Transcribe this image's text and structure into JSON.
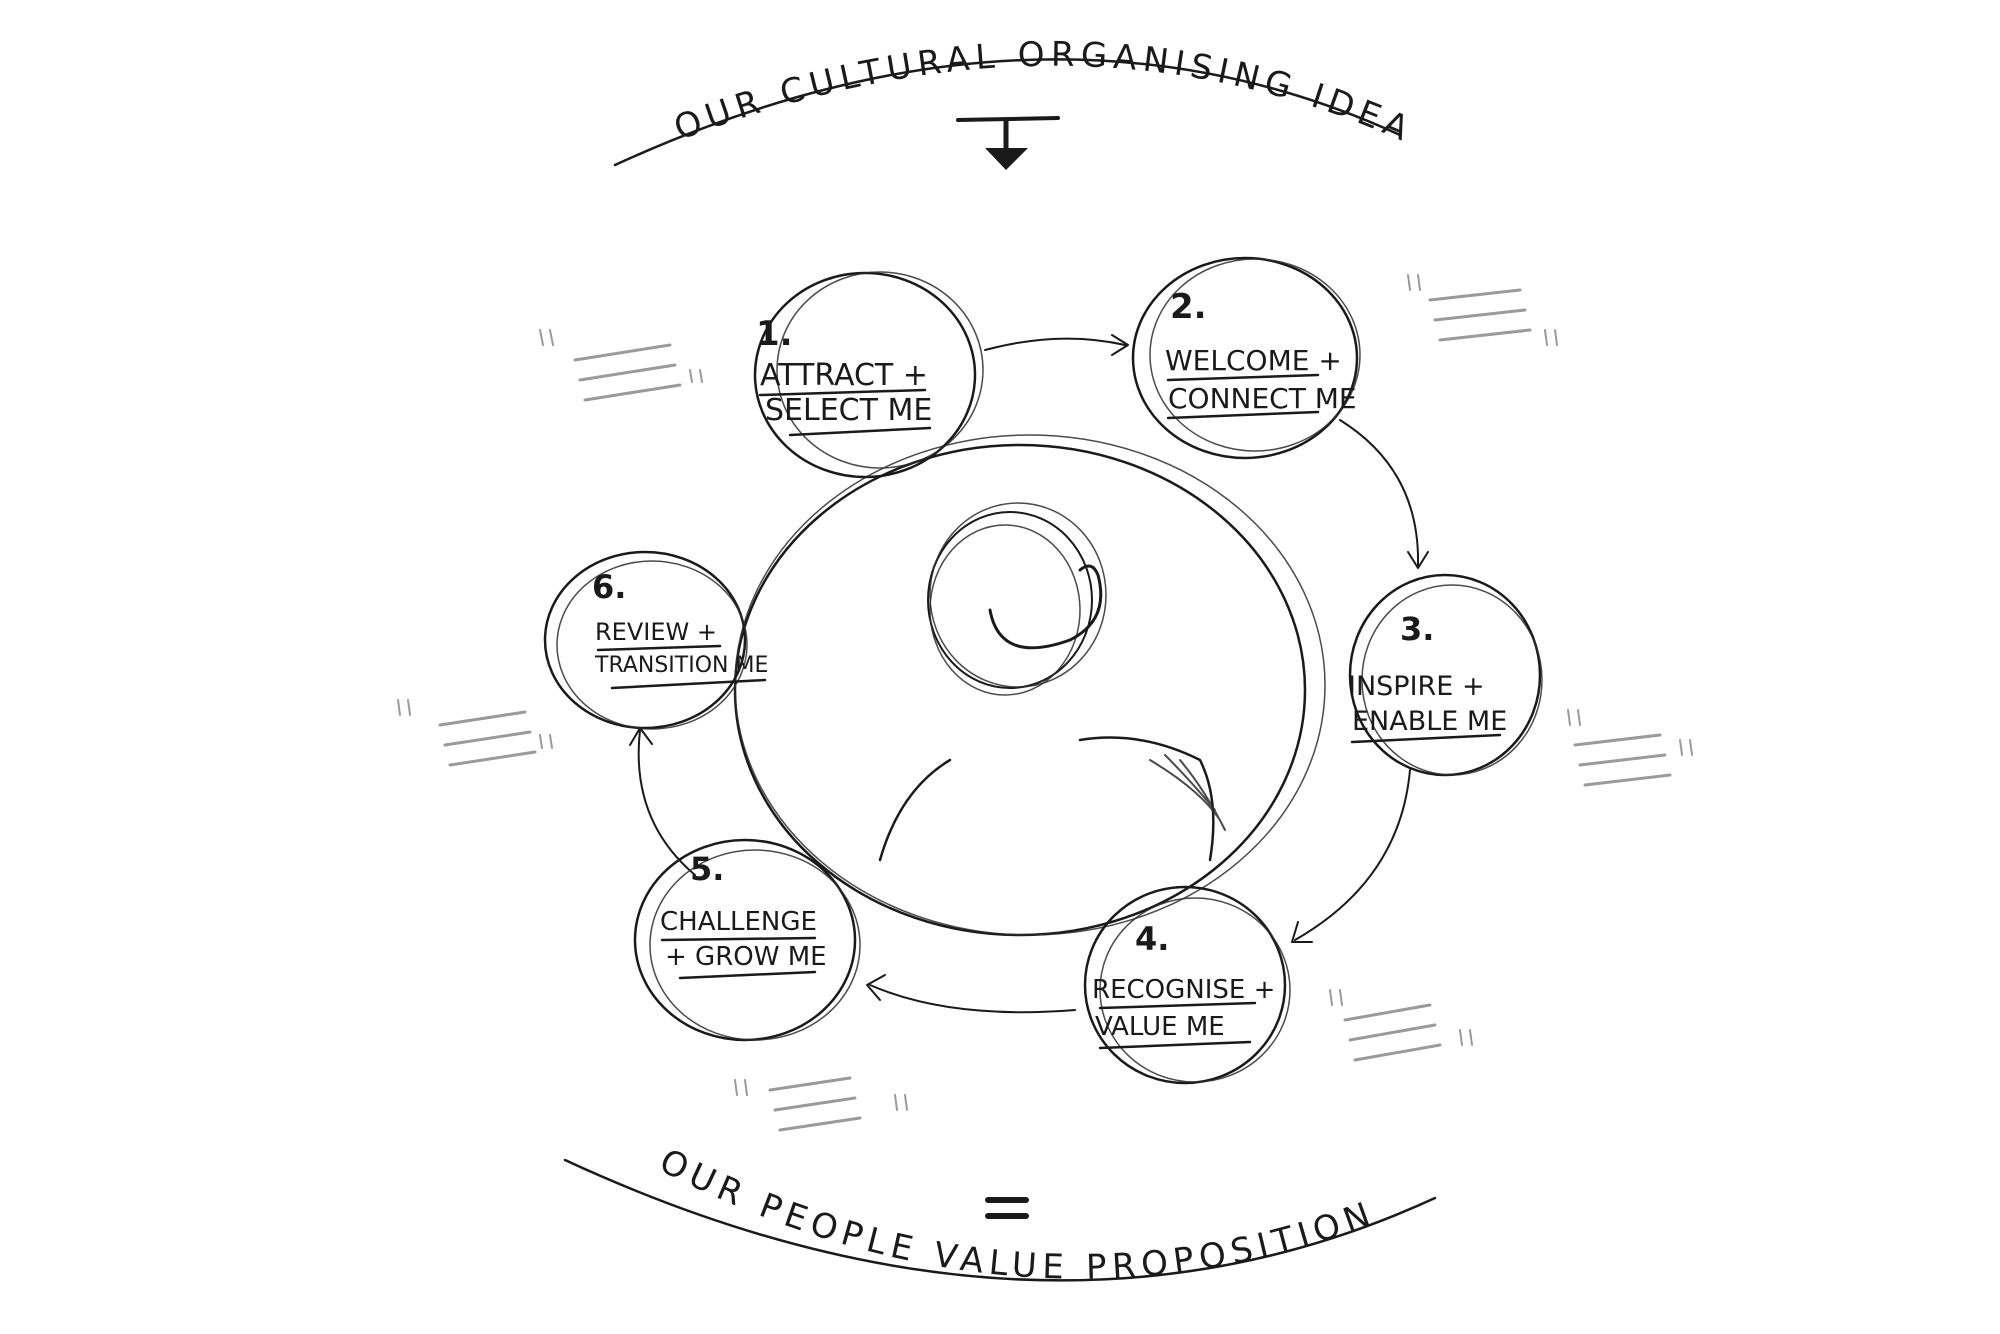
{
  "header": {
    "text": "OUR CULTURAL ORGANISING IDEA",
    "arrow_icon": "down-arrow-icon"
  },
  "footer": {
    "equals": "=",
    "text": "OUR PEOPLE VALUE PROPOSITION"
  },
  "center": {
    "icon": "person-icon"
  },
  "steps": [
    {
      "number": "1.",
      "line1": "ATTRACT +",
      "line2": "SELECT ME"
    },
    {
      "number": "2.",
      "line1": "WELCOME +",
      "line2": "CONNECT ME"
    },
    {
      "number": "3.",
      "line1": "INSPIRE +",
      "line2": "ENABLE ME"
    },
    {
      "number": "4.",
      "line1": "RECOGNISE +",
      "line2": "VALUE ME"
    },
    {
      "number": "5.",
      "line1": "CHALLENGE",
      "line2": "+ GROW ME"
    },
    {
      "number": "6.",
      "line1": "REVIEW +",
      "line2": "TRANSITION ME"
    }
  ],
  "colors": {
    "ink": "#1a1a1a",
    "quote_marks": "#9a9a9a",
    "background": "#ffffff"
  }
}
